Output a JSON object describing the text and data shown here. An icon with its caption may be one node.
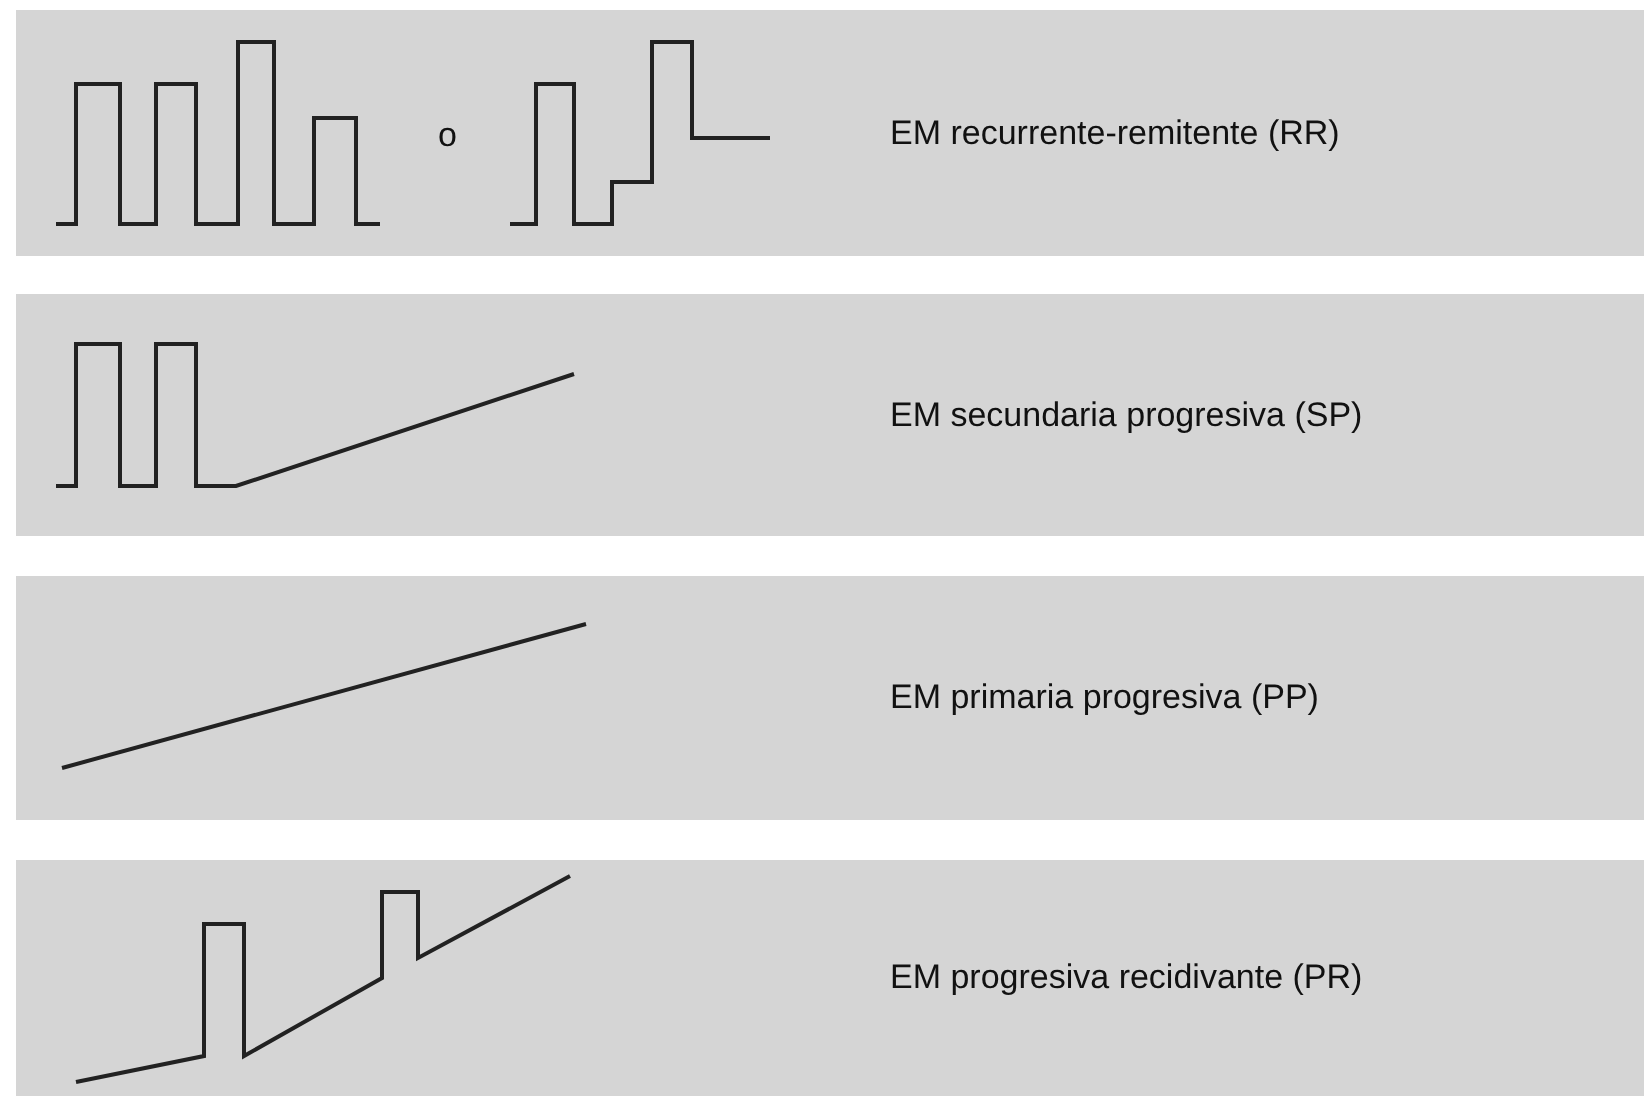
{
  "diagram": {
    "nodes": [
      {
        "text": [
          "EM recurrente-remitente (RR)"
        ]
      },
      {
        "text": [
          "EM secundaria progresiva (SP)"
        ]
      },
      {
        "text": [
          "EM primaria progresiva (PP)"
        ]
      },
      {
        "text": [
          "EM progresiva recidivante (PR)"
        ]
      }
    ],
    "labels": [
      "o"
    ]
  }
}
